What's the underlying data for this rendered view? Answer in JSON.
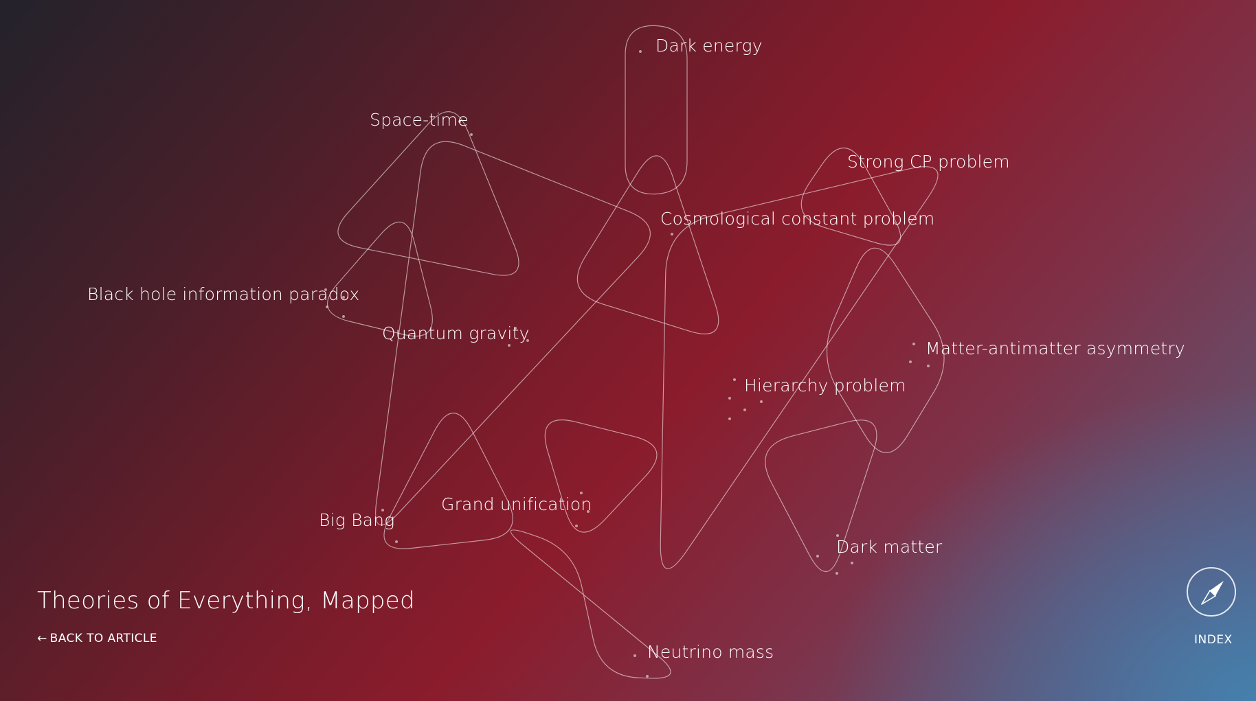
{
  "page": {
    "title": "Theories of Everything, Mapped",
    "back_link": "BACK TO ARTICLE",
    "back_arrow": "←",
    "index_label": "INDEX",
    "index_icon": "compass-icon"
  },
  "colors": {
    "background_dark": "#23222b",
    "background_red": "#8a1c2c",
    "background_blue": "#4482af",
    "stroke": "#ffffff"
  },
  "topics": [
    {
      "id": "dark-energy",
      "label": "Dark energy"
    },
    {
      "id": "space-time",
      "label": "Space-time"
    },
    {
      "id": "strong-cp-problem",
      "label": "Strong CP problem"
    },
    {
      "id": "cosmological-constant-problem",
      "label": "Cosmological constant problem"
    },
    {
      "id": "black-hole-information-paradox",
      "label": "Black hole information paradox"
    },
    {
      "id": "quantum-gravity",
      "label": "Quantum gravity"
    },
    {
      "id": "matter-antimatter-asymmetry",
      "label": "Matter-antimatter asymmetry"
    },
    {
      "id": "hierarchy-problem",
      "label": "Hierarchy problem"
    },
    {
      "id": "grand-unification",
      "label": "Grand unification"
    },
    {
      "id": "big-bang",
      "label": "Big Bang"
    },
    {
      "id": "dark-matter",
      "label": "Dark matter"
    },
    {
      "id": "neutrino-mass",
      "label": "Neutrino mass"
    }
  ]
}
